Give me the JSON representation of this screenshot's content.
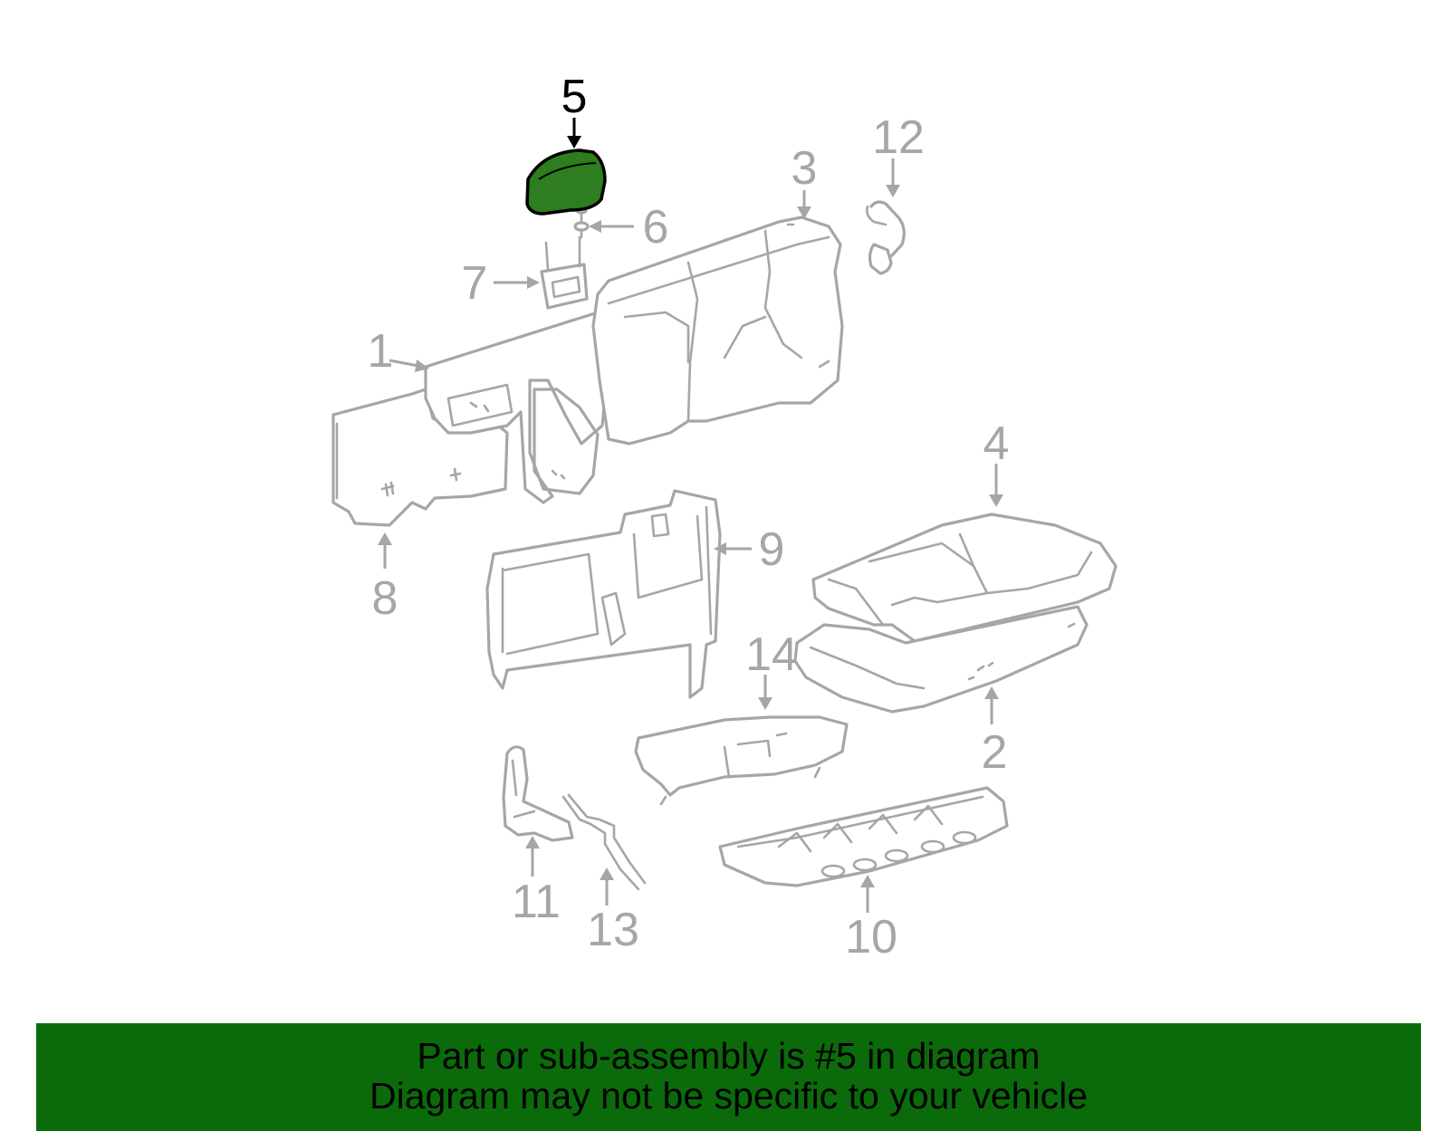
{
  "diagram": {
    "highlight_color": "#2e7d1e",
    "line_color": "#a6a6a6",
    "selected_part": "5",
    "callouts": [
      "1",
      "2",
      "3",
      "4",
      "5",
      "6",
      "7",
      "8",
      "9",
      "10",
      "11",
      "12",
      "13",
      "14"
    ]
  },
  "banner": {
    "background": "#0b6b0b",
    "line1": "Part or sub-assembly is #5 in diagram",
    "line2": "Diagram may not be specific to your vehicle"
  }
}
